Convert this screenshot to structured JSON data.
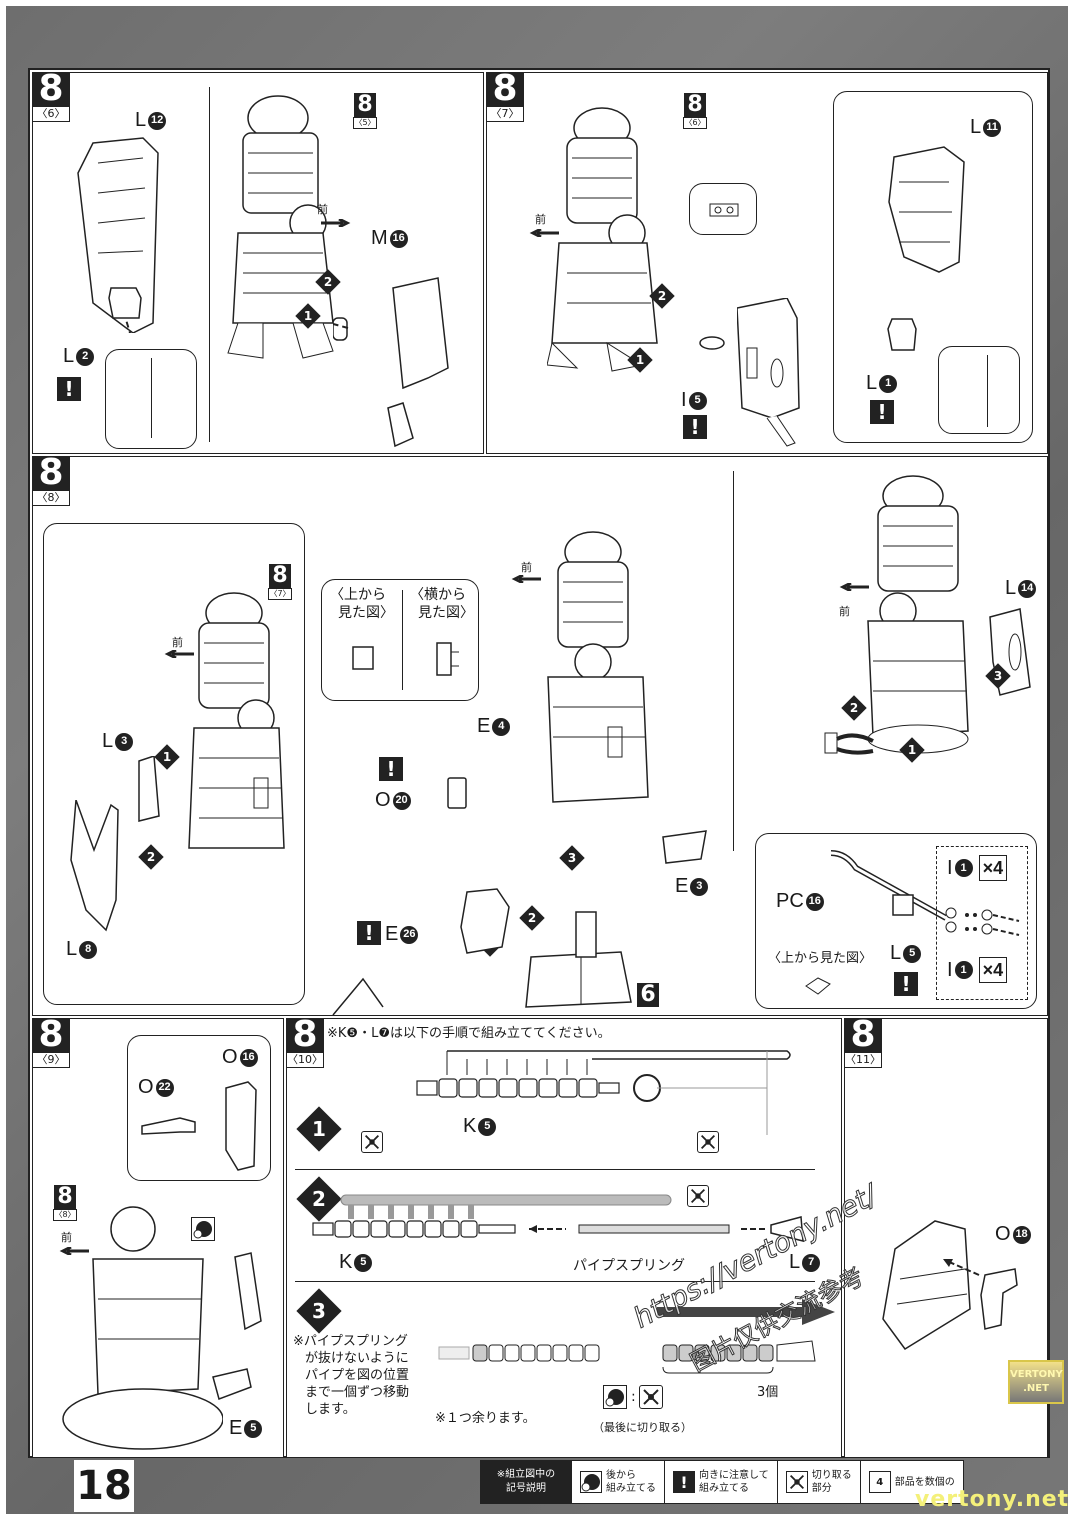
{
  "page": {
    "number": "18",
    "front_label": "前"
  },
  "steps": {
    "s6": {
      "step": "8",
      "sub": "〈6〉",
      "ref": {
        "step": "8",
        "sub": "〈5〉"
      },
      "parts": {
        "l12": {
          "letter": "L",
          "num": "12"
        },
        "l2": {
          "letter": "L",
          "num": "2"
        },
        "m16": {
          "letter": "M",
          "num": "16"
        }
      },
      "order": [
        "1",
        "2"
      ]
    },
    "s7": {
      "step": "8",
      "sub": "〈7〉",
      "ref": {
        "step": "8",
        "sub": "〈6〉"
      },
      "parts": {
        "i5": {
          "letter": "I",
          "num": "5"
        },
        "l11": {
          "letter": "L",
          "num": "11"
        },
        "l1": {
          "letter": "L",
          "num": "1"
        }
      },
      "order": [
        "1",
        "2"
      ]
    },
    "s8": {
      "step": "8",
      "sub": "〈8〉",
      "ref": {
        "step": "8",
        "sub": "〈7〉"
      },
      "view_top": "〈上から\n見た図〉",
      "view_side": "〈横から\n見た図〉",
      "view_top_line1": "〈上から",
      "view_top_line2": "見た図〉",
      "view_side_line1": "〈横から",
      "view_side_line2": "見た図〉",
      "parts": {
        "l3": {
          "letter": "L",
          "num": "3"
        },
        "l8": {
          "letter": "L",
          "num": "8"
        },
        "o20": {
          "letter": "O",
          "num": "20"
        },
        "e4": {
          "letter": "E",
          "num": "4"
        },
        "e3": {
          "letter": "E",
          "num": "3"
        },
        "e26": {
          "letter": "E",
          "num": "26"
        },
        "l14": {
          "letter": "L",
          "num": "14"
        },
        "pc16": {
          "letter": "PC",
          "num": "16"
        },
        "l5": {
          "letter": "L",
          "num": "5"
        },
        "i1": {
          "letter": "I",
          "num": "1"
        }
      },
      "subassembly": "6",
      "quantity": "×4",
      "view_top_single": "〈上から見た図〉",
      "order": [
        "1",
        "2",
        "3"
      ]
    },
    "s9": {
      "step": "8",
      "sub": "〈9〉",
      "ref": {
        "step": "8",
        "sub": "〈8〉"
      },
      "parts": {
        "o16": {
          "letter": "O",
          "num": "16"
        },
        "o22": {
          "letter": "O",
          "num": "22"
        },
        "e5": {
          "letter": "E",
          "num": "5"
        }
      }
    },
    "s10": {
      "step": "8",
      "sub": "〈10〉",
      "note": "※K❺・L❼は以下の手順で組み立ててください。",
      "substeps": [
        {
          "num": "1",
          "part": {
            "letter": "K",
            "num": "5"
          }
        },
        {
          "num": "2",
          "part": {
            "letter": "K",
            "num": "5"
          },
          "spring": "パイプスプリング",
          "tip": {
            "letter": "L",
            "num": "7"
          }
        },
        {
          "num": "3",
          "instruction": [
            "※パイプスプリング",
            "が抜けないように",
            "パイプを図の位置",
            "まで一個ずつ移動",
            "します。"
          ],
          "leftover": "※１つ余ります。",
          "count": "3個",
          "cut_last": "（最後に切り取る）"
        }
      ]
    },
    "s11": {
      "step": "8",
      "sub": "〈11〉",
      "parts": {
        "o18": {
          "letter": "O",
          "num": "18"
        }
      }
    }
  },
  "legend": {
    "heading_line1": "※組立図中の",
    "heading_line2": "記号説明",
    "items": [
      {
        "icon": "back-assemble-icon",
        "line1": "後から",
        "line2": "組み立てる"
      },
      {
        "icon": "warning-icon",
        "line1": "向きに注意して",
        "line2": "組み立てる"
      },
      {
        "icon": "nipper-icon",
        "line1": "切り取る",
        "line2": "部分"
      },
      {
        "icon": "count-icon",
        "line1": "部品を数個の",
        "line2": ""
      }
    ]
  },
  "watermarks": {
    "diag_url": "https://vertony.net/",
    "diag_cn": "图片仅供交流参考",
    "badge_line1": "VERTONY",
    "badge_line2": ".NET",
    "site": "vertony.net"
  }
}
